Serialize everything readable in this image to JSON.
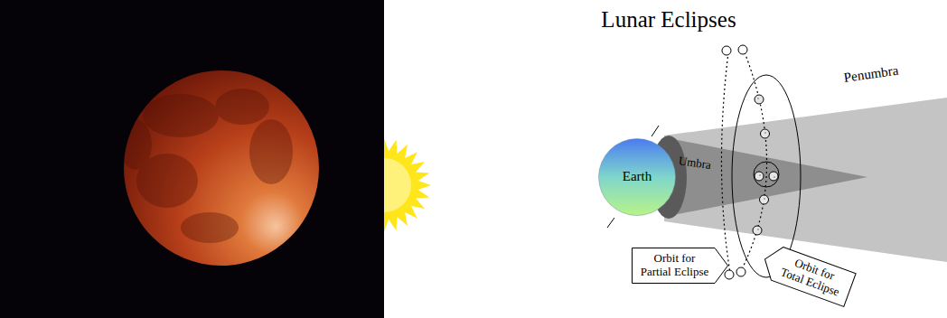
{
  "diagram": {
    "title": "Lunar Eclipses",
    "nodes": [
      {
        "text": [
          "Earth"
        ]
      },
      {
        "text": [
          "Orbit for Partial Eclipse"
        ]
      },
      {
        "text": [
          "Orbit for Total Eclipse"
        ]
      }
    ],
    "labels": [
      "Penumbra",
      "Umbra"
    ]
  }
}
